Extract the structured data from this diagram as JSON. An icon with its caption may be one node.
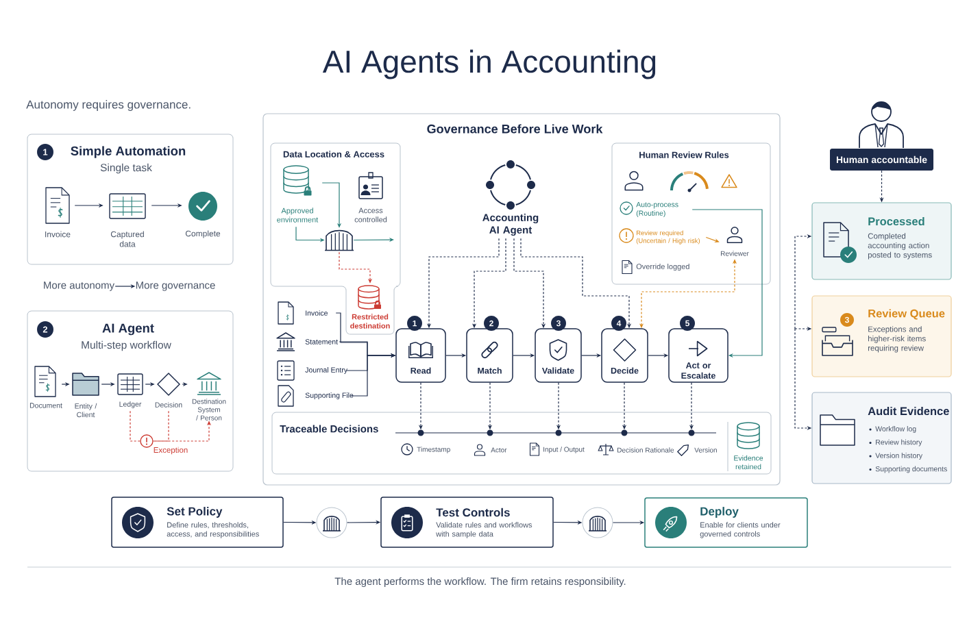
{
  "diagram": {
    "title": "AI Agents in Accounting",
    "nodes": [
      {
        "text": [
          "1",
          "Simple Automation",
          "Single task"
        ]
      },
      {
        "text": [
          "Invoice"
        ],
        "in": 0
      },
      {
        "text": [
          "Captured data"
        ],
        "in": 0
      },
      {
        "text": [
          "Complete"
        ],
        "in": 0
      },
      {
        "text": [
          "2",
          "AI Agent",
          "Multi-step workflow"
        ]
      },
      {
        "text": [
          "Document"
        ],
        "in": 4
      },
      {
        "text": [
          "Entity / Client"
        ],
        "in": 4
      },
      {
        "text": [
          "Ledger"
        ],
        "in": 4
      },
      {
        "text": [
          "Decision"
        ],
        "in": 4
      },
      {
        "text": [
          "Destination System / Person"
        ],
        "in": 4
      },
      {
        "text": [],
        "shape": "circle",
        "beside": [
          "Exception"
        ],
        "in": 4
      },
      {
        "text": [
          "More autonomy"
        ]
      },
      {
        "text": [
          "More governance"
        ]
      },
      {
        "text": [
          "Governance Before Live Work"
        ]
      },
      {
        "text": [
          "Data Location & Access"
        ],
        "in": 13
      },
      {
        "text": [
          "Approved environment"
        ],
        "in": 14
      },
      {
        "text": [
          "Access controlled"
        ],
        "in": 14
      },
      {
        "text": [],
        "shape": "gate",
        "in": 14
      },
      {
        "text": [
          "Restricted destination"
        ],
        "in": 14
      },
      {
        "text": [
          "Accounting AI Agent"
        ],
        "in": 13
      },
      {
        "text": [
          "1",
          "Read"
        ],
        "in": 13
      },
      {
        "text": [
          "2",
          "Match"
        ],
        "in": 13
      },
      {
        "text": [
          "3",
          "Validate"
        ],
        "in": 13
      },
      {
        "text": [
          "4",
          "Decide"
        ],
        "in": 13
      },
      {
        "text": [
          "5",
          "Act or Escalate"
        ],
        "in": 13
      },
      {
        "text": [
          "Invoice"
        ],
        "in": 13
      },
      {
        "text": [
          "Statement"
        ],
        "in": 13
      },
      {
        "text": [
          "Journal Entry"
        ],
        "in": 13
      },
      {
        "text": [
          "Supporting File"
        ],
        "in": 13
      },
      {
        "text": [
          "Human Review Rules"
        ],
        "in": 13
      },
      {
        "text": [
          "Auto-process (Routine)"
        ],
        "in": 29
      },
      {
        "text": [
          "Review required (Uncertain / High risk)"
        ],
        "in": 29
      },
      {
        "text": [
          "Reviewer"
        ],
        "in": 29
      },
      {
        "text": [
          "Override logged"
        ],
        "in": 29
      },
      {
        "text": [
          "Traceable Decisions"
        ],
        "in": 13
      },
      {
        "text": [],
        "shape": "circle",
        "beside": [
          "Timestamp"
        ],
        "in": 34
      },
      {
        "text": [],
        "shape": "circle",
        "beside": [
          "Actor"
        ],
        "in": 34
      },
      {
        "text": [],
        "shape": "circle",
        "beside": [
          "Input / Output"
        ],
        "in": 34
      },
      {
        "text": [],
        "shape": "circle",
        "beside": [
          "Decision Rationale"
        ],
        "in": 34
      },
      {
        "text": [],
        "shape": "circle",
        "beside": [
          "Version"
        ],
        "in": 34
      },
      {
        "text": [
          "Evidence retained"
        ],
        "in": 34
      },
      {
        "text": [
          "Human accountable"
        ]
      },
      {
        "text": [
          "Processed",
          "Completed accounting action posted to systems"
        ]
      },
      {
        "text": [
          "3",
          "Review Queue",
          "Exceptions and higher-risk items requiring review"
        ]
      },
      {
        "text": [
          "Audit Evidence",
          "Workflow log",
          "Review history",
          "Version history",
          "Supporting documents"
        ]
      },
      {
        "text": [
          "Set Policy",
          "Define rules, thresholds, access, and responsibilities"
        ]
      },
      {
        "text": [],
        "shape": "circle"
      },
      {
        "text": [
          "Test Controls",
          "Validate rules and workflows with sample data"
        ]
      },
      {
        "text": [],
        "shape": "circle"
      },
      {
        "text": [
          "Deploy",
          "Enable for clients under governed controls"
        ]
      }
    ],
    "edges": [
      {
        "from": 1,
        "to": 2,
        "arrow": "to"
      },
      {
        "from": 2,
        "to": 3,
        "arrow": "to"
      },
      {
        "from": 5,
        "to": 6,
        "arrow": "to"
      },
      {
        "from": 6,
        "to": 7,
        "arrow": "to"
      },
      {
        "from": 7,
        "to": 8,
        "arrow": "to"
      },
      {
        "from": 8,
        "to": 9,
        "arrow": "to"
      },
      {
        "from": 7,
        "to": 10,
        "arrow": "none",
        "style": "dashed",
        "color": "#cc3b33"
      },
      {
        "from": 8,
        "to": 10,
        "arrow": "none",
        "style": "dashed",
        "color": "#cc3b33"
      },
      {
        "from": 10,
        "to": 9,
        "arrow": "to",
        "style": "dashed",
        "color": "#cc3b33"
      },
      {
        "from": 11,
        "to": 12,
        "arrow": "to"
      },
      {
        "from": 15,
        "to": 17,
        "arrow": "to",
        "color": "#2a7f7a"
      },
      {
        "from": 15,
        "to": 17,
        "arrow": "to",
        "color": "#2a7f7a"
      },
      {
        "from": 17,
        "to": null,
        "arrow": "to",
        "color": "#2a7f7a"
      },
      {
        "from": 17,
        "to": 18,
        "arrow": "to",
        "style": "dashed",
        "color": "#cc3b33"
      },
      {
        "from": 25,
        "to": 20,
        "arrow": "to"
      },
      {
        "from": 26,
        "to": 20,
        "arrow": "to"
      },
      {
        "from": 27,
        "to": 20,
        "arrow": "to"
      },
      {
        "from": 28,
        "to": 20,
        "arrow": "to"
      },
      {
        "from": 19,
        "to": 20,
        "arrow": "to",
        "style": "dashed"
      },
      {
        "from": 19,
        "to": 21,
        "arrow": "to",
        "style": "dashed"
      },
      {
        "from": 19,
        "to": 22,
        "arrow": "to",
        "style": "dashed"
      },
      {
        "from": 19,
        "to": 23,
        "arrow": "to",
        "style": "dashed"
      },
      {
        "from": 20,
        "to": 21,
        "arrow": "to"
      },
      {
        "from": 21,
        "to": 22,
        "arrow": "to"
      },
      {
        "from": 22,
        "to": 23,
        "arrow": "to"
      },
      {
        "from": 23,
        "to": 24,
        "arrow": "to"
      },
      {
        "from": 31,
        "to": 32,
        "arrow": "to",
        "color": "#d98a1c"
      },
      {
        "from": 30,
        "to": 24,
        "arrow": "to",
        "color": "#2a7f7a"
      },
      {
        "from": 23,
        "to": 32,
        "arrow": "both",
        "style": "dashed",
        "color": "#d98a1c"
      },
      {
        "from": 20,
        "to": 35,
        "arrow": "to",
        "style": "dashed"
      },
      {
        "from": 21,
        "to": 36,
        "arrow": "to",
        "style": "dashed"
      },
      {
        "from": 22,
        "to": 37,
        "arrow": "to",
        "style": "dashed"
      },
      {
        "from": 23,
        "to": 38,
        "arrow": "to",
        "style": "dashed"
      },
      {
        "from": 24,
        "to": 39,
        "arrow": "to",
        "style": "dashed"
      },
      {
        "from": 41,
        "to": 42,
        "arrow": "to",
        "style": "dashed"
      },
      {
        "from": null,
        "to": 42,
        "arrow": "to",
        "style": "dashed"
      },
      {
        "from": null,
        "to": 43,
        "arrow": "to",
        "style": "dashed"
      },
      {
        "from": null,
        "to": 44,
        "arrow": "to",
        "style": "dashed"
      },
      {
        "from": 45,
        "to": 46,
        "arrow": "to"
      },
      {
        "from": 46,
        "to": 47,
        "arrow": "to"
      },
      {
        "from": 47,
        "to": 48,
        "arrow": "to"
      },
      {
        "from": 48,
        "to": 49,
        "arrow": "to"
      }
    ],
    "labels": [
      "Autonomy requires governance.",
      "The agent performs the workflow. The firm retains responsibility."
    ]
  }
}
